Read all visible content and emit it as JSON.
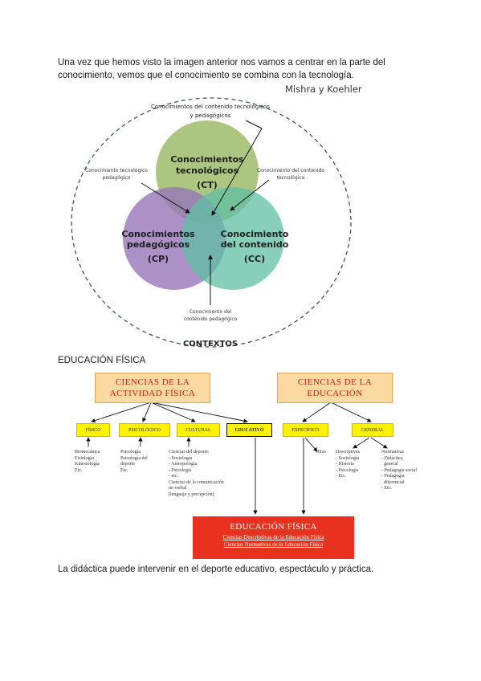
{
  "intro_text": "Una vez que hemos visto la imagen anterior nos vamos a centrar en la parte del conocimiento, vemos que el conocimiento se combina con la tecnología.",
  "authors": "Mishra y Koehler",
  "venn": {
    "ct": {
      "l1": "Conocimientos",
      "l2": "tecnológicos",
      "l3": "(CT)"
    },
    "cp": {
      "l1": "Conocimientos",
      "l2": "pedagógicos",
      "l3": "(CP)"
    },
    "cc": {
      "l1": "Conocimiento",
      "l2": "del contenido",
      "l3": "(CC)"
    },
    "label_top": {
      "l1": "Conocimientos del contenido tecnológicos",
      "l2": "y pedagógicos"
    },
    "label_left": {
      "l1": "Conocimiento tecnológico",
      "l2": "pedagógico"
    },
    "label_right": {
      "l1": "Conocimiento del contenido",
      "l2": "tecnológico"
    },
    "label_bottom": {
      "l1": "Conocimiento del",
      "l2": "contenido pedagógico"
    },
    "contextos": "CONTEXTOS",
    "colors": {
      "ct": "#9dbb6a",
      "cp": "#9775b9",
      "cc": "#5fbfa4"
    }
  },
  "section_heading": "EDUCACIÓN FÍSICA",
  "diagram": {
    "box_actividad": {
      "l1": "CIENCIAS DE LA",
      "l2": "ACTIVIDAD FÍSICA"
    },
    "box_educacion": {
      "l1": "CIENCIAS DE LA",
      "l2": "EDUCACIÓN"
    },
    "fisico": "FÍSICO",
    "psicologico": "PSICOLÓGICO",
    "cultural": "CULTURAL",
    "educativo": "EDUCATIVO",
    "especifico": "ESPECÍFICO",
    "general": "GENERAL",
    "notes": {
      "fisico": "Biomecánica\nFisiología\nKinesiología\nEtc.",
      "psicologico": "Psicología\nPsicología del\ndeporte\nEtc.",
      "cultural": "Ciencias del deporte:\n- Sociología\n- Antropología\n- Psicología\n- etc.\nCiencias de la comunicación\nno verbal\n(lenguaje y percepción)",
      "especifico": "Otras",
      "general_desc": "Descriptivas\n- Sociología\n- Historia\n- Psicología\n- Etc.",
      "general_norm": "Normativas\n- Didáctica\n  general\n- Pedagogía social\n- Pedagogía\n  diferencial\n- Etc."
    },
    "ef": {
      "title": "EDUCACIÓN FÍSICA",
      "line1": "Ciencias Descriptivas de la Educación Física",
      "line2": "Ciencias Normativas de la Educación Física"
    }
  },
  "closing_text": "La didáctica puede intervenir en el deporte educativo, espectáculo y práctica."
}
